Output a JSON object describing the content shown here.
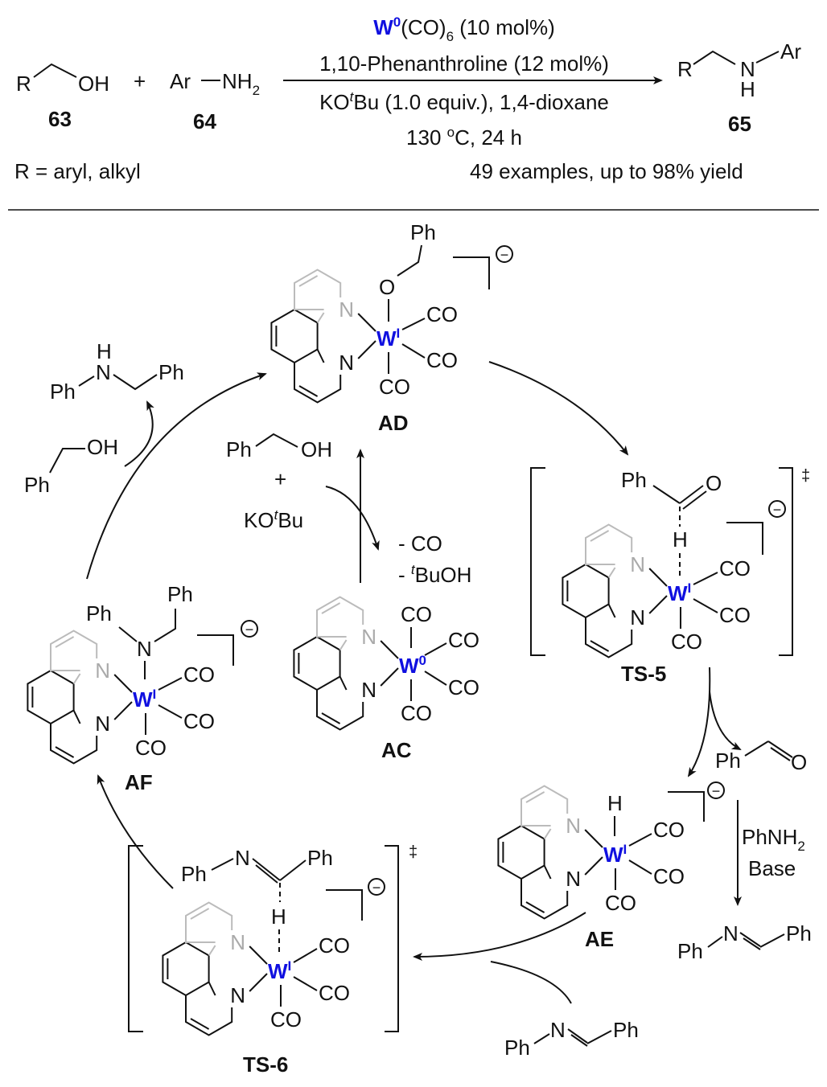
{
  "scheme": {
    "catalyst_metal": "W",
    "catalyst_metal_ox": "0",
    "catalyst_ligand": "(CO)",
    "catalyst_sub": "6",
    "catalyst_loading": " (10 mol%)",
    "ligand": "1,10-Phenanthroline (12 mol%)",
    "base_ko": "KO",
    "base_t": "t",
    "base_rest": "Bu (1.0 equiv.), 1,4-dioxane",
    "temp": "130 ",
    "deg": "o",
    "temp_rest": "C, 24 h",
    "r_definition": "R = aryl, alkyl",
    "scope": "49 examples, up to 98% yield",
    "sm1_number": "63",
    "sm2_number": "64",
    "product_number": "65",
    "plus": "+"
  },
  "atoms": {
    "R": "R",
    "OH": "OH",
    "Ar": "Ar",
    "NH": "NH",
    "two": "2",
    "N": "N",
    "H": "H",
    "Ph": "Ph",
    "CO": "CO",
    "O": "O",
    "W": "W",
    "ox_I": "I",
    "ox_0": "0",
    "plus": "+",
    "charge": "−",
    "dagger": "‡"
  },
  "cycle": {
    "labels": {
      "AD": "AD",
      "AC": "AC",
      "TS5": "TS-5",
      "AE": "AE",
      "AF": "AF",
      "TS6": "TS-6"
    },
    "minus_co": "- CO",
    "minus_dash": "- ",
    "t": "t",
    "buoh": "BuOH",
    "ko": "KO",
    "bu": "Bu",
    "phnh": "PhNH",
    "base": "Base"
  }
}
